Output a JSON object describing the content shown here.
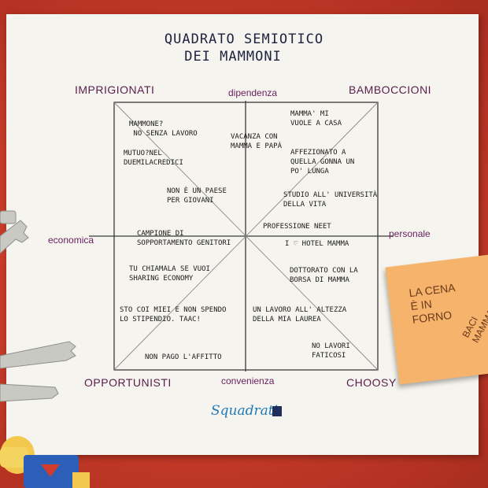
{
  "title": {
    "line1": "QUADRATO SEMIOTICO",
    "line2": "DEI MAMMONI"
  },
  "corners": {
    "top_left": "IMPRIGIONATI",
    "top_right": "BAMBOCCIONI",
    "bottom_left": "OPPORTUNISTI",
    "bottom_right": "CHOOSY"
  },
  "axes": {
    "top": "dipendenza",
    "bottom": "convenienza",
    "left": "economica",
    "right": "personale"
  },
  "notes": {
    "mammone": "MAMMONE?\n NO SENZA LAVORO",
    "mutuo": "MUTUO?NEL\nDUEMILACREDICI",
    "paese": "NON È UN PAESE\nPER GIOVANI",
    "vacanza": "VACANZA CON\nMAMMA E PAPÀ",
    "vuole": "MAMMA' MI\nVUOLE A CASA",
    "affezionato": "AFFEZIONATO A\nQUELLA GONNA UN\nPO' LUNGA",
    "studio": "STUDIO ALL' UNIVERSITÀ\nDELLA VITA",
    "neet": "PROFESSIONE NEET",
    "hotel": "I ♡ HOTEL MAMMA",
    "campione": "CAMPIONE DI\nSOPPORTAMENTO GENITORI",
    "sharing": "TU CHIAMALA SE VUOI\nSHARING ECONOMY",
    "dottorato": "DOTTORATO CON LA\nBORSA DI MAMMA",
    "stipendio": "STO COI MIEI E NON SPENDO\nLO STIPENDIO. TAAC!",
    "lavoro": "UN LAVORO ALL' ALTEZZA\nDELLA MIA LAUREA",
    "affitto": "NON PAGO L'AFFITTO",
    "faticosi": "NO LAVORI\nFATICOSI"
  },
  "brand": "Squadrati",
  "sticky_note": {
    "text": "LA CENA\nÈ IN\nFORNO",
    "signature": "BACI MAMMA"
  },
  "colors": {
    "background": "#c63a28",
    "paper": "#f6f4ee",
    "corner_labels": "#5a1c4c",
    "axis_labels": "#6a2060",
    "brand": "#1f79b6",
    "sticky": "#f6b36c"
  }
}
